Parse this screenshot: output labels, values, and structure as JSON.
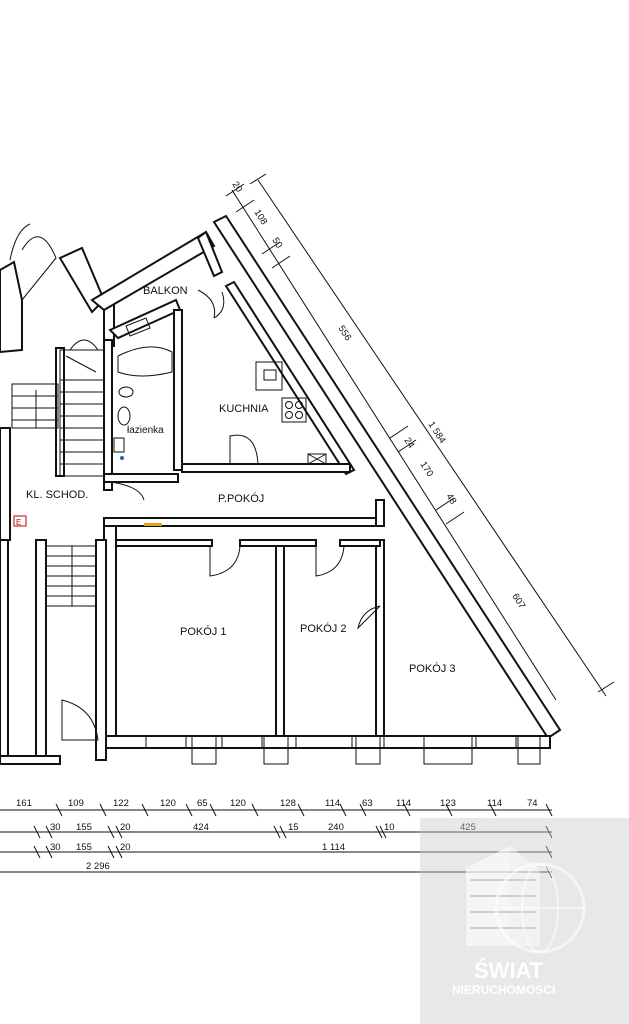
{
  "rooms": {
    "balkon": "BALKON",
    "kuchnia": "KUCHNIA",
    "lazienka": "łazienka",
    "kl_schod": "KL. SCHOD.",
    "p_pokoj": "P.POKÓJ",
    "pokoj1": "POKÓJ 1",
    "pokoj2": "POKÓJ 2",
    "pokoj3": "POKÓJ 3"
  },
  "markers": {
    "e_box": "E"
  },
  "diagonal_dims": [
    "20",
    "108",
    "50",
    "556",
    "1 584",
    "24",
    "170",
    "48",
    "607"
  ],
  "bottom_dims": {
    "row1": [
      "161",
      "109",
      "122",
      "120",
      "65",
      "120",
      "128",
      "114",
      "63",
      "114",
      "123",
      "114",
      "74"
    ],
    "row2": [
      "30",
      "155",
      "20",
      "424",
      "15",
      "240",
      "10",
      "425"
    ],
    "row3": [
      "30",
      "155",
      "20",
      "1 114"
    ],
    "row4": [
      "2 296"
    ]
  },
  "watermark": {
    "line1": "ŚWIAT",
    "line2": "NIERUCHOMOŚCI"
  }
}
